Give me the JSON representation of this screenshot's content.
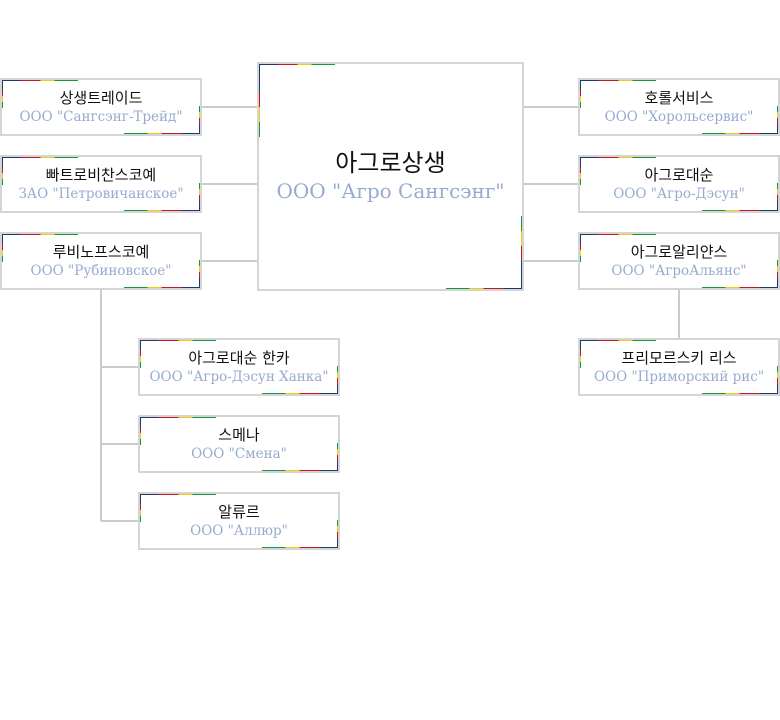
{
  "colors": {
    "stripe_navy": "#1d3a70",
    "stripe_red": "#c4162f",
    "stripe_yellow": "#f3cf00",
    "stripe_green": "#129a3c",
    "connector": "#cccccc",
    "russian_text": "#97abd0"
  },
  "main": {
    "ko": "아그로상생",
    "ru": "ООО \"Агро Сангсэнг\""
  },
  "left": [
    {
      "ko": "상생트레이드",
      "ru": "ООО \"Сангсэнг-Трейд\""
    },
    {
      "ko": "빠트로비찬스코예",
      "ru": "ЗАО \"Петровичанское\""
    },
    {
      "ko": "루비노프스코예",
      "ru": "ООО \"Рубиновское\""
    }
  ],
  "right": [
    {
      "ko": "호롤서비스",
      "ru": "ООО \"Хорольсервис\""
    },
    {
      "ko": "아그로대순",
      "ru": "ООО \"Агро-Дэсун\""
    },
    {
      "ko": "아그로알리얀스",
      "ru": "ООО \"АгроАльянс\""
    }
  ],
  "sub_left": [
    {
      "ko": "아그로대순 한카",
      "ru": "ООО \"Агро-Дэсун Ханка\""
    },
    {
      "ko": "스메나",
      "ru": "ООО \"Смена\""
    },
    {
      "ko": "알류르",
      "ru": "ООО \"Аллюр\""
    }
  ],
  "sub_right": [
    {
      "ko": "프리모르스키 리스",
      "ru": "ООО \"Приморский рис\""
    }
  ]
}
